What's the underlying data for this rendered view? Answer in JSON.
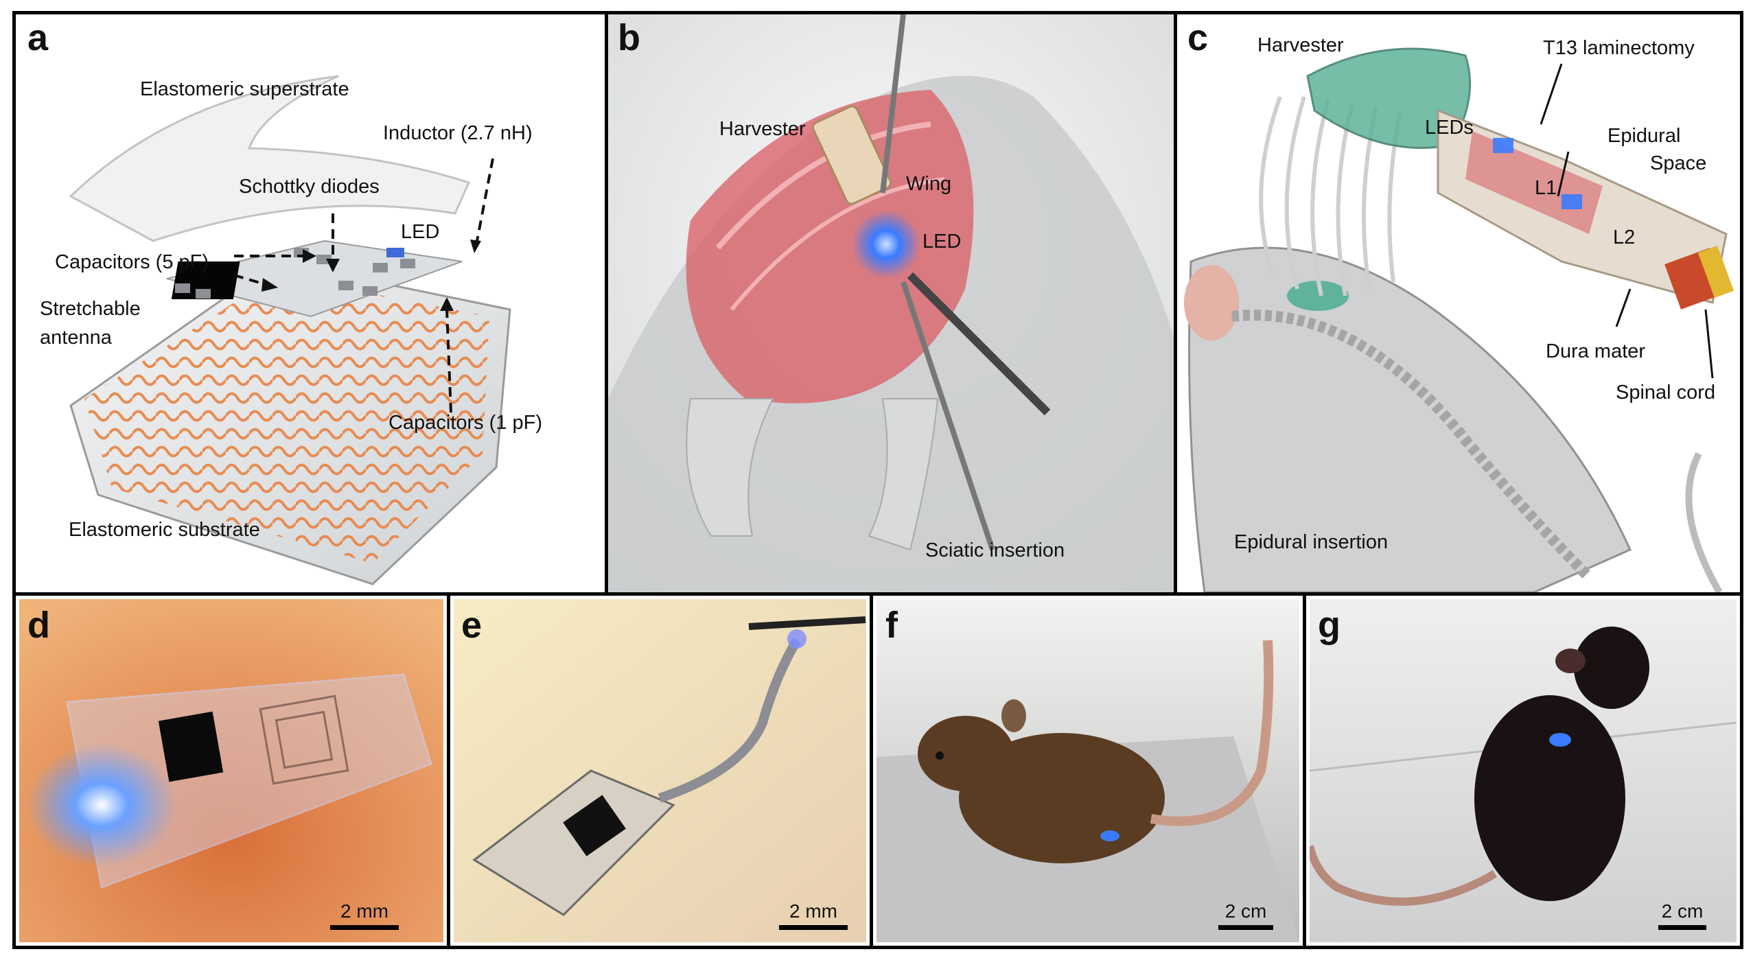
{
  "panels": {
    "a": {
      "label": "a",
      "annotations": {
        "superstrate": "Elastomeric superstrate",
        "inductor": "Inductor (2.7 nH)",
        "schottky": "Schottky diodes",
        "led": "LED",
        "capacitors_5pf": "Capacitors (5 pF)",
        "antenna_line1": "Stretchable",
        "antenna_line2": "antenna",
        "capacitors_1pf": "Capacitors (1 pF)",
        "substrate": "Elastomeric substrate"
      }
    },
    "b": {
      "label": "b",
      "annotations": {
        "harvester": "Harvester",
        "wing": "Wing",
        "led": "LED",
        "sciatic": "Sciatic insertion"
      }
    },
    "c": {
      "label": "c",
      "annotations": {
        "harvester": "Harvester",
        "laminectomy": "T13 laminectomy",
        "leds": "LEDs",
        "epidural_line1": "Epidural",
        "epidural_line2": "Space",
        "l1": "L1",
        "l2": "L2",
        "dura": "Dura mater",
        "spinal": "Spinal cord",
        "epidural_insertion": "Epidural insertion"
      }
    },
    "d": {
      "label": "d",
      "scale": "2 mm"
    },
    "e": {
      "label": "e",
      "scale": "2 mm"
    },
    "f": {
      "label": "f",
      "scale": "2 cm"
    },
    "g": {
      "label": "g",
      "scale": "2 cm"
    }
  },
  "colors": {
    "trace": "#e8874a",
    "muscle": "#d9646b",
    "led_blue": "#3a7bff",
    "harvester_green": "#5fb39a",
    "photo_d_bg": "#d9703a",
    "photo_e_bg": "#efe2b4",
    "mouse_brown": "#5a3c22",
    "mouse_black": "#1a1212"
  }
}
